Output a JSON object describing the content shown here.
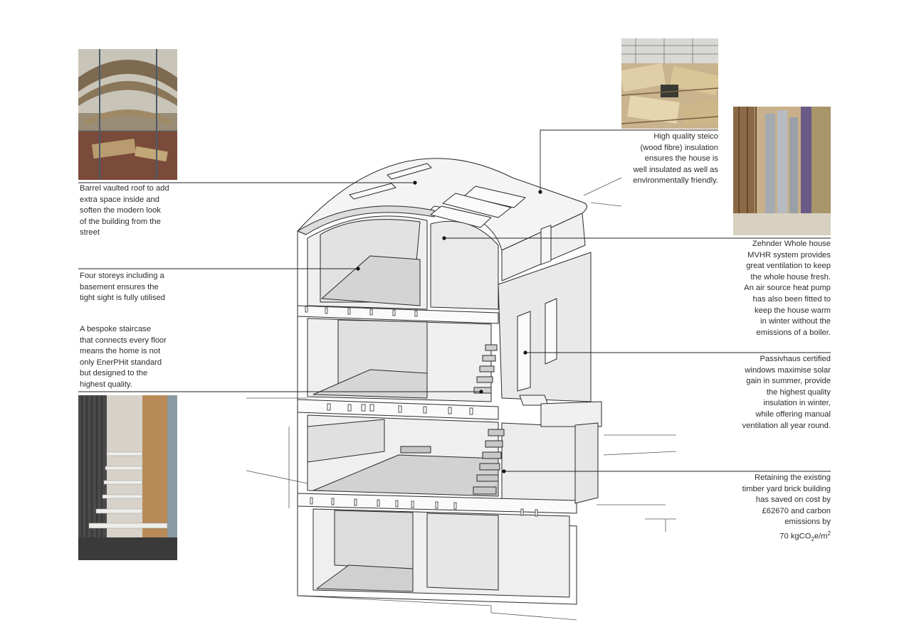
{
  "annotations": {
    "roof": {
      "lines": [
        "Barrel vaulted roof to add",
        "extra space inside and",
        "soften the modern look",
        "of the building from the",
        "street"
      ]
    },
    "storeys": {
      "lines": [
        "Four storeys including a",
        "basement ensures the",
        "tight sight is fully utilised"
      ]
    },
    "staircase": {
      "lines": [
        "A bespoke staircase",
        "that connects every floor",
        "means the home is not",
        "only EnerPHit standard",
        "but designed to the",
        "highest quality."
      ]
    },
    "insulation": {
      "lines": [
        "High quality steico",
        "(wood fibre) insulation",
        "ensures the house is",
        "well insulated as well as",
        "environmentally friendly."
      ]
    },
    "mvhr": {
      "lines": [
        "Zehnder Whole house",
        "MVHR system provides",
        "great ventilation to keep",
        "the whole house fresh.",
        "An air source heat pump",
        "has also been fitted to",
        "keep the house warm",
        "in winter without the",
        "emissions of a boiler."
      ]
    },
    "windows": {
      "lines": [
        "Passivhaus certified",
        "windows maximise solar",
        "gain in summer, provide",
        "the highest quality",
        "insulation in winter,",
        "while offering manual",
        "ventilation all year round."
      ]
    },
    "retaining": {
      "lines": [
        "Retaining the existing",
        "timber yard brick building",
        "has saved on cost by",
        "£62670 and carbon",
        "emissions by"
      ],
      "emission_value": "70 kgCO",
      "emission_sub": "2",
      "emission_unit": "e/m",
      "emission_sup": "2"
    }
  },
  "colors": {
    "leader": "#222222",
    "wall_shade": "#e4e4e4",
    "floor_shade": "#d0d0d0",
    "line": "#2a2a2a"
  }
}
